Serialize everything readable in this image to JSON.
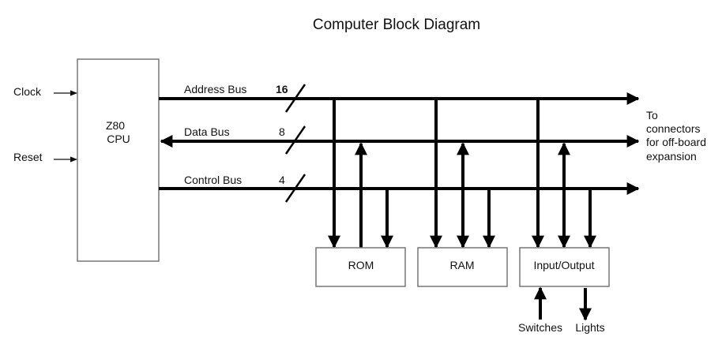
{
  "title": "Computer Block Diagram",
  "cpu": {
    "line1": "Z80",
    "line2": "CPU"
  },
  "inputs": {
    "clock": "Clock",
    "reset": "Reset"
  },
  "buses": [
    {
      "name": "Address Bus",
      "width": "16",
      "width_color": "#6b3a5a",
      "direction": "out"
    },
    {
      "name": "Data Bus",
      "width": "8",
      "width_color": "#111111",
      "direction": "bidirectional"
    },
    {
      "name": "Control Bus",
      "width": "4",
      "width_color": "#111111",
      "direction": "out"
    }
  ],
  "expansion_note": [
    "To",
    "connectors",
    "for off-board",
    "expansion"
  ],
  "devices": [
    {
      "name": "ROM",
      "data_direction": "to-bus"
    },
    {
      "name": "RAM",
      "data_direction": "bidirectional"
    },
    {
      "name": "Input/Output",
      "data_direction": "bidirectional"
    }
  ],
  "io_external": {
    "switches": "Switches",
    "lights": "Lights"
  }
}
